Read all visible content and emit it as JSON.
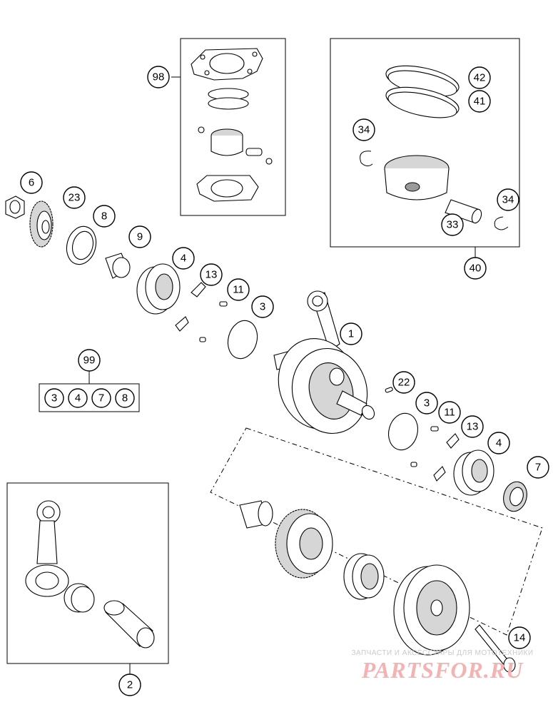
{
  "diagram": {
    "callouts": {
      "c98": "98",
      "c42": "42",
      "c41": "41",
      "c34a": "34",
      "c34b": "34",
      "c33": "33",
      "c40": "40",
      "c6": "6",
      "c23": "23",
      "c8": "8",
      "c9": "9",
      "c4a": "4",
      "c13a": "13",
      "c11a": "11",
      "c3a": "3",
      "c1": "1",
      "c99": "99",
      "c22": "22",
      "c3b": "3",
      "c11b": "11",
      "c13b": "13",
      "c4b": "4",
      "c7": "7",
      "c2": "2",
      "c14": "14"
    },
    "kit99": [
      "3",
      "4",
      "7",
      "8"
    ]
  },
  "watermark": {
    "caption": "ЗАПЧАСТИ И АКСЕССУАРЫ ДЛЯ МОТОТЕХНИКИ",
    "logo": "PARTSFOR.RU"
  }
}
